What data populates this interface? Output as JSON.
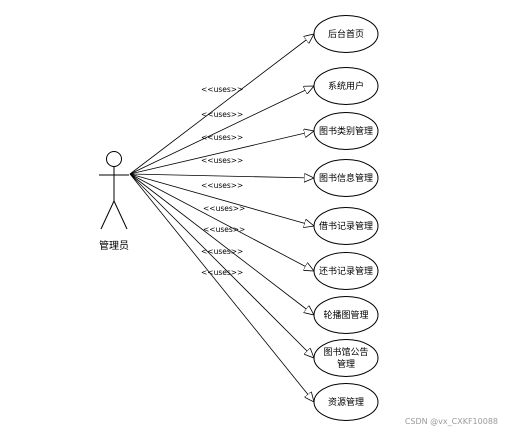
{
  "actor": {
    "name": "管理员"
  },
  "stereotype": "<<uses>>",
  "use_cases": [
    {
      "lines": [
        "后台首页"
      ]
    },
    {
      "lines": [
        "系统用户"
      ]
    },
    {
      "lines": [
        "图书类别管理"
      ]
    },
    {
      "lines": [
        "图书信息管理"
      ]
    },
    {
      "lines": [
        "借书记录管理"
      ]
    },
    {
      "lines": [
        "还书记录管理"
      ]
    },
    {
      "lines": [
        "轮播图管理"
      ]
    },
    {
      "lines": [
        "图书馆公告",
        "管理"
      ]
    },
    {
      "lines": [
        "资源管理"
      ]
    }
  ],
  "watermark": "CSDN @vx_CXKF10088"
}
